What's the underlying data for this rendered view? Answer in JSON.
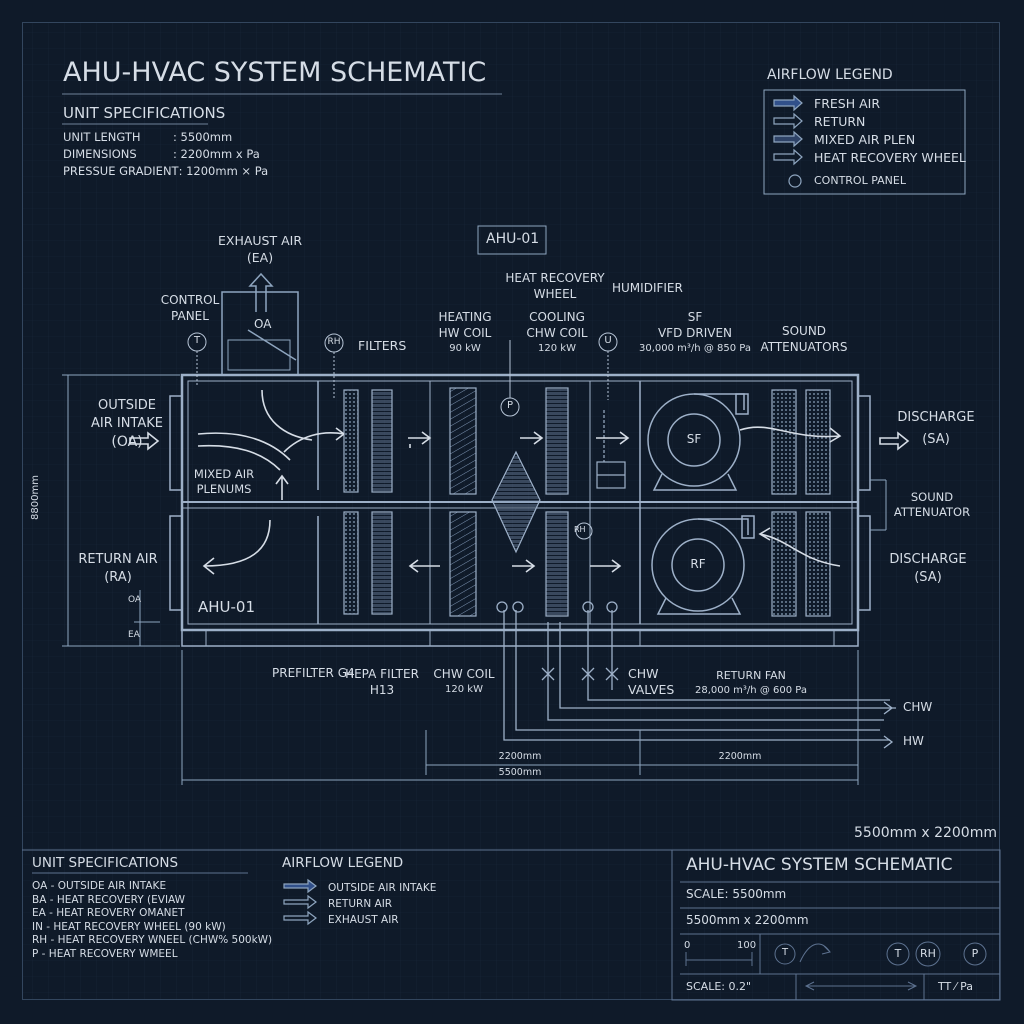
{
  "header": {
    "title": "AHU-HVAC SYSTEM SCHEMATIC",
    "specs_title": "UNIT SPECIFICATIONS",
    "specs": [
      {
        "label": "UNIT LENGTH",
        "value": ": 5500mm"
      },
      {
        "label": "DIMENSIONS",
        "value": ": 2200mm x Pa"
      },
      {
        "label": "PRESSUE GRADIENT",
        "value": ": 1200mm × Pa"
      }
    ]
  },
  "legend": {
    "title": "AIRFLOW LEGEND",
    "items": [
      "FRESH AIR",
      "RETURN",
      "MIXED AIR PLEN",
      "HEAT RECOVERY WHEEL"
    ],
    "control": "CONTROL PANEL"
  },
  "schematic": {
    "unit_tag": "AHU-01",
    "unit_tag_inner": "AHU-01",
    "exhaust": [
      "EXHAUST AIR",
      "(EA)"
    ],
    "control_panel": [
      "CONTROL",
      "PANEL"
    ],
    "oa_damper": "OA",
    "sensor_t": "T",
    "sensor_rh": "RH",
    "sensor_p": "P",
    "sensor_u": "U",
    "outside_air": [
      "OUTSIDE",
      "AIR INTAKE",
      "(OA)"
    ],
    "return_air": [
      "RETURN AIR",
      "(RA)"
    ],
    "mixed_air": [
      "MIXED AIR",
      "PLENUMS"
    ],
    "filters": "FILTERS",
    "heating_coil": [
      "HEATING",
      "HW COIL",
      "90 kW"
    ],
    "heat_recovery": [
      "HEAT RECOVERY",
      "WHEEL"
    ],
    "cooling_coil": [
      "COOLING",
      "CHW COIL",
      "120 kW"
    ],
    "humidifier": "HUMIDIFIER",
    "supply_fan": [
      "SF",
      "VFD DRIVEN",
      "30,000 m³/h @ 850 Pa"
    ],
    "sound_att_top": [
      "SOUND",
      "ATTENUATORS"
    ],
    "discharge_top": [
      "DISCHARGE",
      "(SA)"
    ],
    "sound_att_side": [
      "SOUND",
      "ATTENUATOR"
    ],
    "discharge_bottom": [
      "DISCHARGE",
      "(SA)"
    ],
    "sf_label": "SF",
    "rf_label": "RF",
    "height_dim": "8800mm",
    "oa_small": "OA",
    "ea_small": "EA",
    "prefilter": "PREFILTER G4",
    "hepa": [
      "HEPA FILTER",
      "H13"
    ],
    "chw_coil": [
      "CHW COIL",
      "120 kW"
    ],
    "chw_valves": [
      "CHW",
      "VALVES"
    ],
    "return_fan": [
      "RETURN FAN",
      "28,000 m³/h @ 600 Pa"
    ],
    "chw_line": "CHW",
    "hw_line": "HW",
    "dim_left": "2200mm",
    "dim_right": "2200mm",
    "dim_total": "5500mm",
    "overall": "5500mm x 2200mm",
    "rh_small": "RH"
  },
  "footer": {
    "specs_title": "UNIT SPECIFICATIONS",
    "specs": [
      "OA - OUTSIDE AIR INTAKE",
      "BA - HEAT RECOVERY (EVIAW",
      "EA - HEAT REOVERY OMANET",
      "IN - HEAT RECOVERY WHEEL (90 kW)",
      "RH - HEAT RECOVERY WNEEL (CHW% 500kW)",
      "P   - HEAT RECOVERY WMEEL"
    ],
    "legend_title": "AIRFLOW LEGEND",
    "legend": [
      "OUTSIDE AIR INTAKE",
      "RETURN AIR",
      "EXHAUST AIR"
    ],
    "block_title": "AHU-HVAC SYSTEM SCHEMATIC",
    "scale": "SCALE: 5500mm",
    "dims": "5500mm x 2200mm",
    "scale_start": "0",
    "scale_end": "100",
    "icon_t": "T",
    "icon_t2": "T",
    "icon_rh": "RH",
    "icon_p": "P",
    "scale2": "SCALE: 0.2\"",
    "units": "TT  ⁄  Pa"
  },
  "colors": {
    "background": "#0f1a29",
    "line": "#8ea5bf",
    "accent": "#6f8fc9",
    "text": "#d6dde6"
  }
}
